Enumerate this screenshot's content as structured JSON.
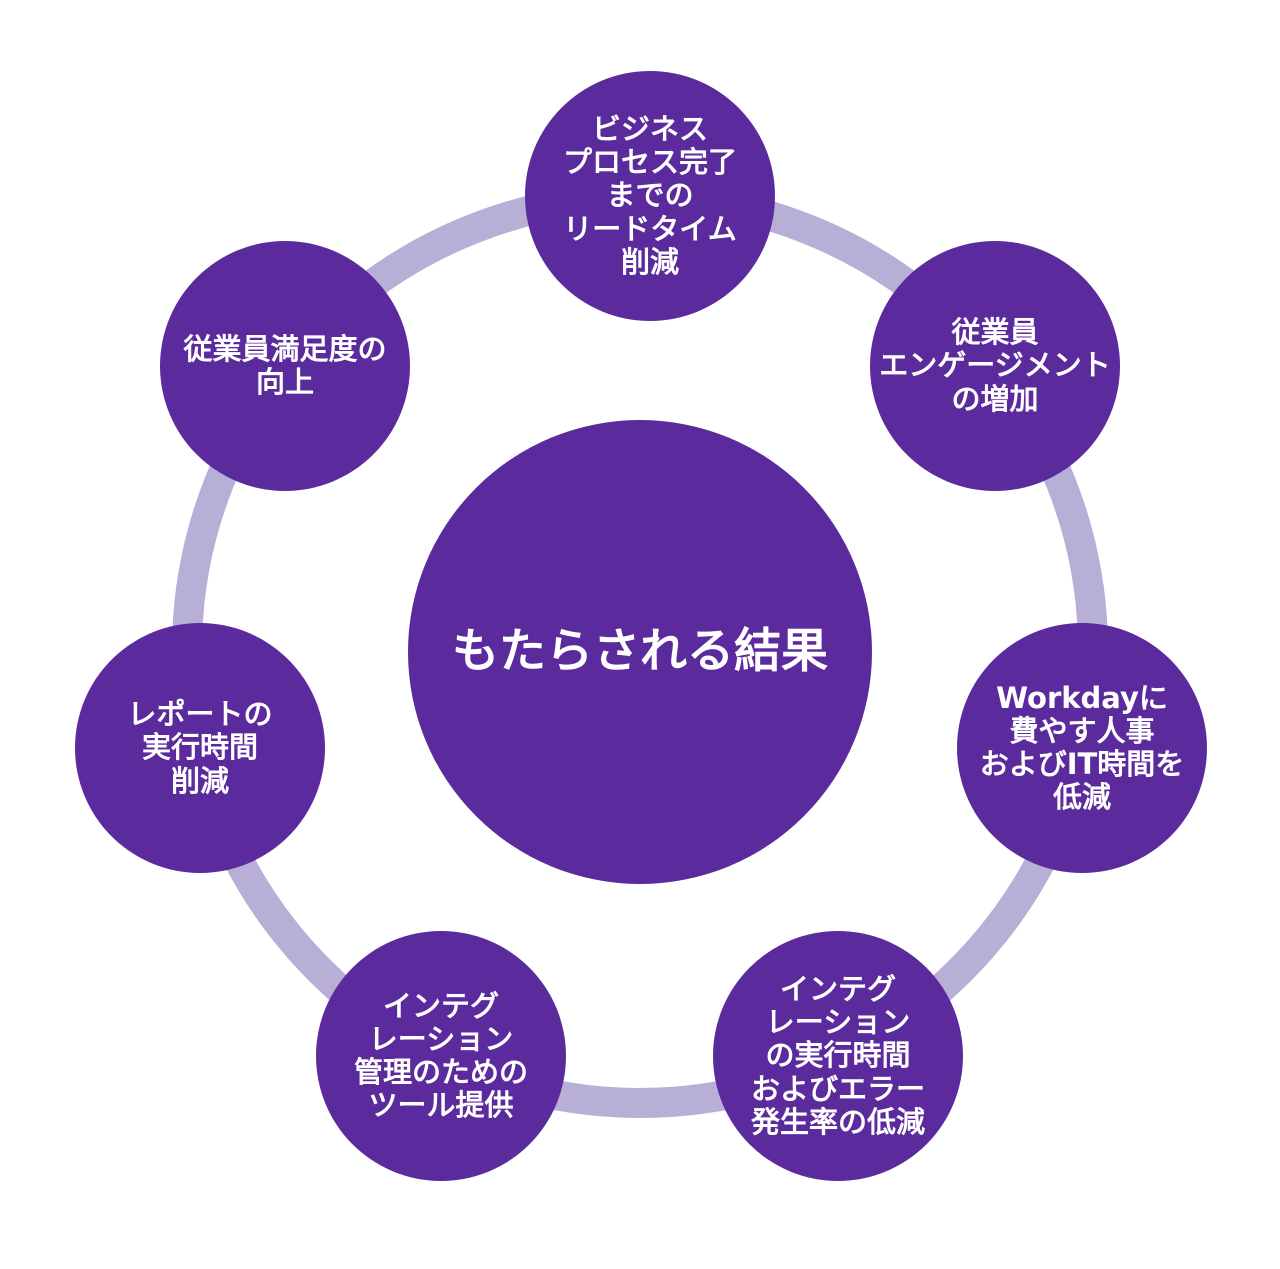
{
  "diagram": {
    "center": {
      "label": "もたらされる結果"
    },
    "satellites": [
      {
        "name": "lead-time-reduction",
        "label": "ビジネス\nプロセス完了\nまでの\nリードタイム\n削減"
      },
      {
        "name": "employee-engagement",
        "label": "従業員\nエンゲージメント\nの増加"
      },
      {
        "name": "workday-time-reduction",
        "label": "Workdayに\n費やす人事\nおよびIT時間を\n低減"
      },
      {
        "name": "integration-error-reduction",
        "label": "インテグ\nレーション\nの実行時間\nおよびエラー\n発生率の低減"
      },
      {
        "name": "integration-tools",
        "label": "インテグ\nレーション\n管理のための\nツール提供"
      },
      {
        "name": "report-runtime-reduction",
        "label": "レポートの\n実行時間\n削減"
      },
      {
        "name": "employee-satisfaction",
        "label": "従業員満足度の\n向上"
      }
    ],
    "colors": {
      "circle_fill": "#5B2B9E",
      "ring": "#B7AFD5",
      "text": "#FFFFFF",
      "background": "#FFFFFF"
    }
  }
}
